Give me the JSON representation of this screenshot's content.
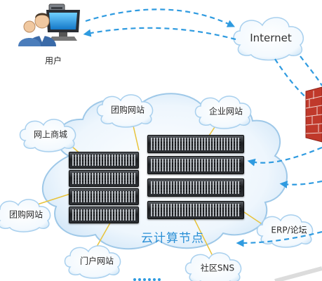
{
  "nodes": {
    "user": "用户",
    "internet": "Internet",
    "group_buy_top": "团购网站",
    "enterprise": "企业网站",
    "online_mall": "网上商城",
    "group_buy_left": "团购网站",
    "portal": "门户网站",
    "social": "社区SNS",
    "erp": "ERP/论坛",
    "cloud_node": "云计算节点"
  },
  "colors": {
    "arrow": "#2f9be0",
    "connector": "#e8c33a",
    "cloud_edge": "#9ec8e8",
    "cloud_fill": "#d9ecf9",
    "firewall": "#c0392b",
    "title": "#2a8fd6"
  },
  "icons": {
    "user": "computer-user-icon",
    "firewall": "firewall-icon",
    "server": "server-rack-icon"
  }
}
